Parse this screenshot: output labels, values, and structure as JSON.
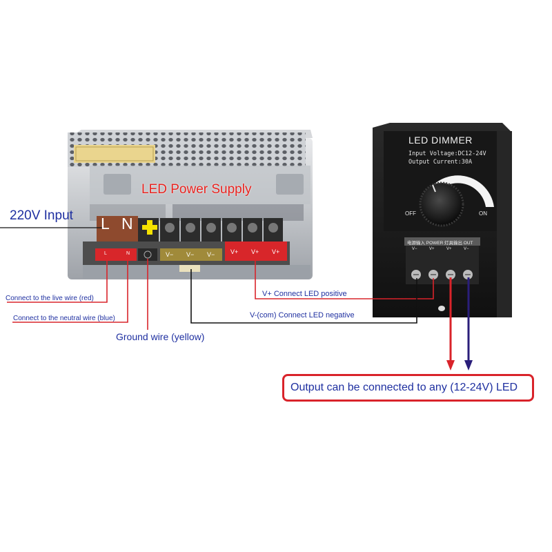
{
  "power_supply": {
    "title": "LED Power Supply",
    "terminals": {
      "live": "L",
      "neutral": "N"
    },
    "terminal_bar": [
      "L",
      "N",
      "V−",
      "V−",
      "V−",
      "V+",
      "V+",
      "V+"
    ]
  },
  "input_label": "220V Input",
  "wiring": {
    "live": "Connect to the live wire (red)",
    "neutral": "Connect to the neutral wire (blue)",
    "ground": "Ground wire (yellow)",
    "v_plus": "V+ Connect LED positive",
    "v_minus": "V-(com) Connect LED negative"
  },
  "dimmer": {
    "title": "LED DIMMER",
    "input_voltage": "Input Voltage:DC12-24V",
    "output_current": "Output Current:30A",
    "off_label": "OFF",
    "on_label": "ON",
    "power_label": "电源输入 POWER",
    "out_label": "灯具输出 OUT",
    "terminal_labels": [
      "V−",
      "V+",
      "V+",
      "V−"
    ]
  },
  "output_note": "Output can be connected to any (12-24V) LED",
  "colors": {
    "red_wire": "#d9232a",
    "navy_wire": "#2a1e7a",
    "black_wire": "#111111",
    "label_blue": "#1e2fa0"
  }
}
